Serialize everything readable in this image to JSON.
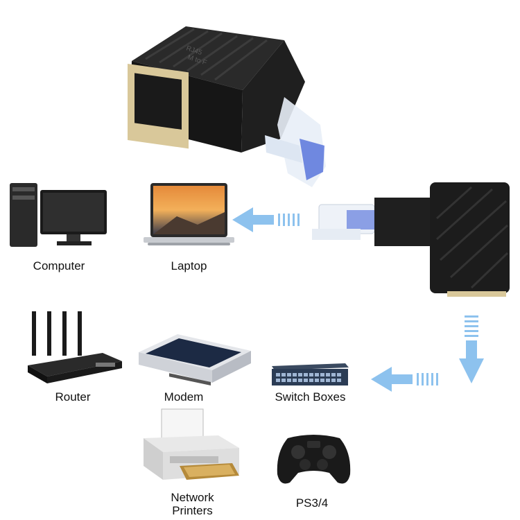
{
  "adapter": {
    "face_text_line1": "RJ45",
    "face_text_line2": "M to F"
  },
  "devices": {
    "computer": "Computer",
    "laptop": "Laptop",
    "router": "Router",
    "modem": "Modem",
    "switch": "Switch Boxes",
    "printer_line1": "Network",
    "printer_line2": "Printers",
    "console": "PS3/4"
  },
  "colors": {
    "arrow": "#8dc2ee",
    "adapter_body": "#1c1c1c",
    "jack_metal": "#d9c89a",
    "plug_blue": "#3b5bd6"
  },
  "icons": [
    "computer-icon",
    "laptop-icon",
    "router-icon",
    "modem-icon",
    "switch-icon",
    "printer-icon",
    "gamepad-icon"
  ]
}
